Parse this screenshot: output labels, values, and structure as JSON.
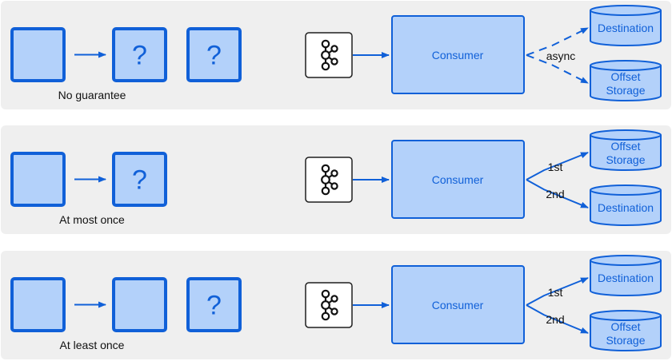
{
  "colors": {
    "panel_bg": "#efefef",
    "box_fill": "#b3d1fa",
    "box_stroke": "#1060d8",
    "text_blue": "#1060d8",
    "text_dark": "#111111",
    "arrow": "#1060d8"
  },
  "icons": {
    "kafka": "kafka-logo-icon"
  },
  "panels": [
    {
      "caption": "No guarantee",
      "squares": [
        "",
        "?",
        "?"
      ],
      "consumer": "Consumer",
      "branch_mode": "async",
      "targets": [
        {
          "label": "Destination",
          "edge_label": ""
        },
        {
          "label": "Offset Storage",
          "edge_label": ""
        }
      ],
      "shared_label": "async"
    },
    {
      "caption": "At most once",
      "squares": [
        "",
        "?"
      ],
      "consumer": "Consumer",
      "branch_mode": "ordered",
      "targets": [
        {
          "label": "Offset Storage",
          "edge_label": "1st"
        },
        {
          "label": "Destination",
          "edge_label": "2nd"
        }
      ],
      "shared_label": ""
    },
    {
      "caption": "At least once",
      "squares": [
        "",
        "",
        "?"
      ],
      "consumer": "Consumer",
      "branch_mode": "ordered",
      "targets": [
        {
          "label": "Destination",
          "edge_label": "1st"
        },
        {
          "label": "Offset Storage",
          "edge_label": "2nd"
        }
      ],
      "shared_label": ""
    }
  ]
}
